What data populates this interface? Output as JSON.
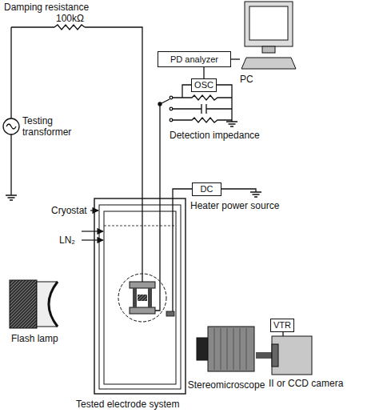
{
  "diagram": {
    "nodes": [
      {
        "text": [
          "PC"
        ]
      },
      {
        "text": [
          "PD analyzer"
        ]
      },
      {
        "text": [
          "OSC"
        ]
      },
      {
        "text": [
          "DC"
        ]
      },
      {
        "text": [
          "VTR"
        ]
      },
      {
        "text": [
          "Stereomicroscope"
        ]
      },
      {
        "text": [
          "II or CCD camera"
        ]
      }
    ],
    "edges": [
      {
        "from": 1,
        "to": 0,
        "arrow": "none"
      },
      {
        "from": 2,
        "to": 1,
        "arrow": "none"
      },
      {
        "from": 5,
        "to": 6,
        "arrow": "none"
      },
      {
        "from": 4,
        "to": 6,
        "arrow": "none"
      }
    ],
    "labels": [
      "Damping resistance",
      "100kΩ",
      "Testing transformer",
      "Detection impedance",
      "Heater power source",
      "Cryostat",
      "LN₂",
      "Flash lamp",
      "Tested electrode system"
    ]
  }
}
